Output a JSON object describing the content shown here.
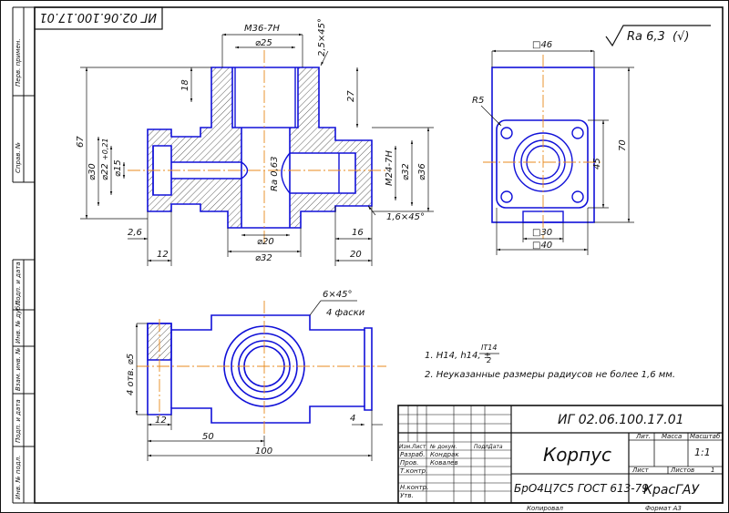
{
  "drawing": {
    "doc_number": "ИГ 02.06.100.17.01",
    "doc_number_rotated": "ИГ 02.06.100.17.01",
    "roughness": "Ra 6,3",
    "roughness_check": "(√)",
    "section_roughness": "Ra 0,63",
    "left_column": [
      "Перв. примен.",
      "Справ. №",
      "Подп. и дата",
      "Инв. № дубл.",
      "Взам. инв. №",
      "Подп. и дата",
      "Инв. № подл."
    ]
  },
  "front_view": {
    "thread_top": "М36-7Н",
    "chamfer_top": "2,5×45°",
    "d25": "⌀25",
    "h18": "18",
    "h27": "27",
    "h67": "67",
    "d30": "⌀30",
    "d22": "⌀22",
    "d22_tol": "+0,21",
    "d15": "⌀15",
    "thread_right": "М24-7Н",
    "d32_right": "⌀32",
    "d36": "⌀36",
    "chamfer_right": "1,6×45°",
    "d20": "⌀20",
    "d32_bottom": "⌀32",
    "l26": "2,6",
    "l12": "12",
    "l16": "16",
    "l20": "20"
  },
  "side_view": {
    "sq46": "□46",
    "r5": "R5",
    "h45": "45",
    "h70": "70",
    "sq30": "□30",
    "sq40": "□40"
  },
  "top_view": {
    "chamfer": "6×45°",
    "chamfer_note": "4 фаски",
    "holes": "4 отв. ⌀5",
    "l12": "12",
    "l50": "50",
    "l100": "100",
    "l4": "4"
  },
  "notes": {
    "note1_prefix": "1. Н14, h14, ±",
    "note1_frac_num": "IT14",
    "note1_frac_den": "2",
    "note2": "2. Неуказанные размеры радиусов не более 1,6 мм."
  },
  "title_block": {
    "designation": "ИГ 02.06.100.17.01",
    "part_name": "Корпус",
    "material": "БрО4Ц7С5 ГОСТ 613-79",
    "org": "КрасГАУ",
    "col_lit": "Лит.",
    "col_mass": "Масса",
    "col_scale": "Масштаб",
    "scale": "1:1",
    "sheet": "Лист",
    "sheets": "Листов",
    "sheets_count": "1",
    "header_cols": [
      "Изм.",
      "Лист",
      "№ докум.",
      "Подп.",
      "Дата"
    ],
    "rows": [
      {
        "role": "Разраб.",
        "name": "Кондрак"
      },
      {
        "role": "Пров.",
        "name": "Ковалев"
      },
      {
        "role": "Т.контр.",
        "name": ""
      },
      {
        "role": "Н.контр.",
        "name": ""
      },
      {
        "role": "Утв.",
        "name": ""
      }
    ],
    "copied": "Копировал",
    "format": "Формат А3"
  }
}
